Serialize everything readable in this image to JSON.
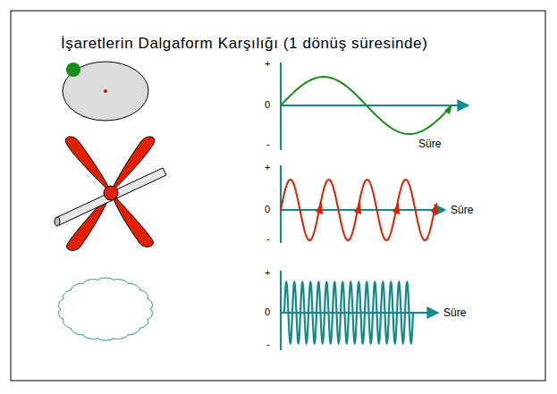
{
  "diagram": {
    "title": "İşaretlerin Dalgaform Karşılığı (1 dönüş süresinde)",
    "labels": [
      "+",
      "0",
      "-",
      "Süre",
      "+",
      "0",
      "-",
      "Süre",
      "+",
      "0",
      "-",
      "Süre"
    ]
  }
}
